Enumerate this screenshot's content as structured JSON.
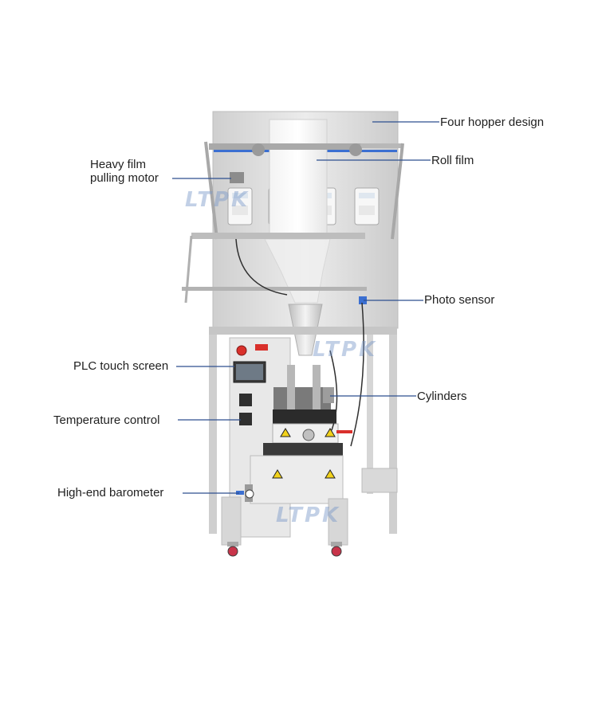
{
  "colors": {
    "leader_line": "#2d4f8f",
    "machine_body": "#dcdcdc",
    "frame": "#c9c9c9",
    "accent_blue": "#3b6fd1",
    "warning_yellow": "#f2d21b",
    "emergency_red": "#d9302b",
    "caster_red": "#c8344a",
    "watermark": "#7896c8"
  },
  "watermarks": [
    "LTPK",
    "LTPK",
    "LTPK"
  ],
  "labels": {
    "four_hopper": "Four hopper design",
    "roll_film": "Roll film",
    "heavy_film_line1": "Heavy film",
    "heavy_film_line2": "pulling motor",
    "photo_sensor": "Photo sensor",
    "plc_touch_screen": "PLC touch screen",
    "cylinders": "Cylinders",
    "temperature_control": "Temperature control",
    "barometer": "High-end barometer"
  },
  "icons": [
    "hopper-controller-icon",
    "warning-triangle-icon",
    "emergency-stop-icon",
    "pressure-gauge-icon",
    "caster-wheel-icon"
  ]
}
